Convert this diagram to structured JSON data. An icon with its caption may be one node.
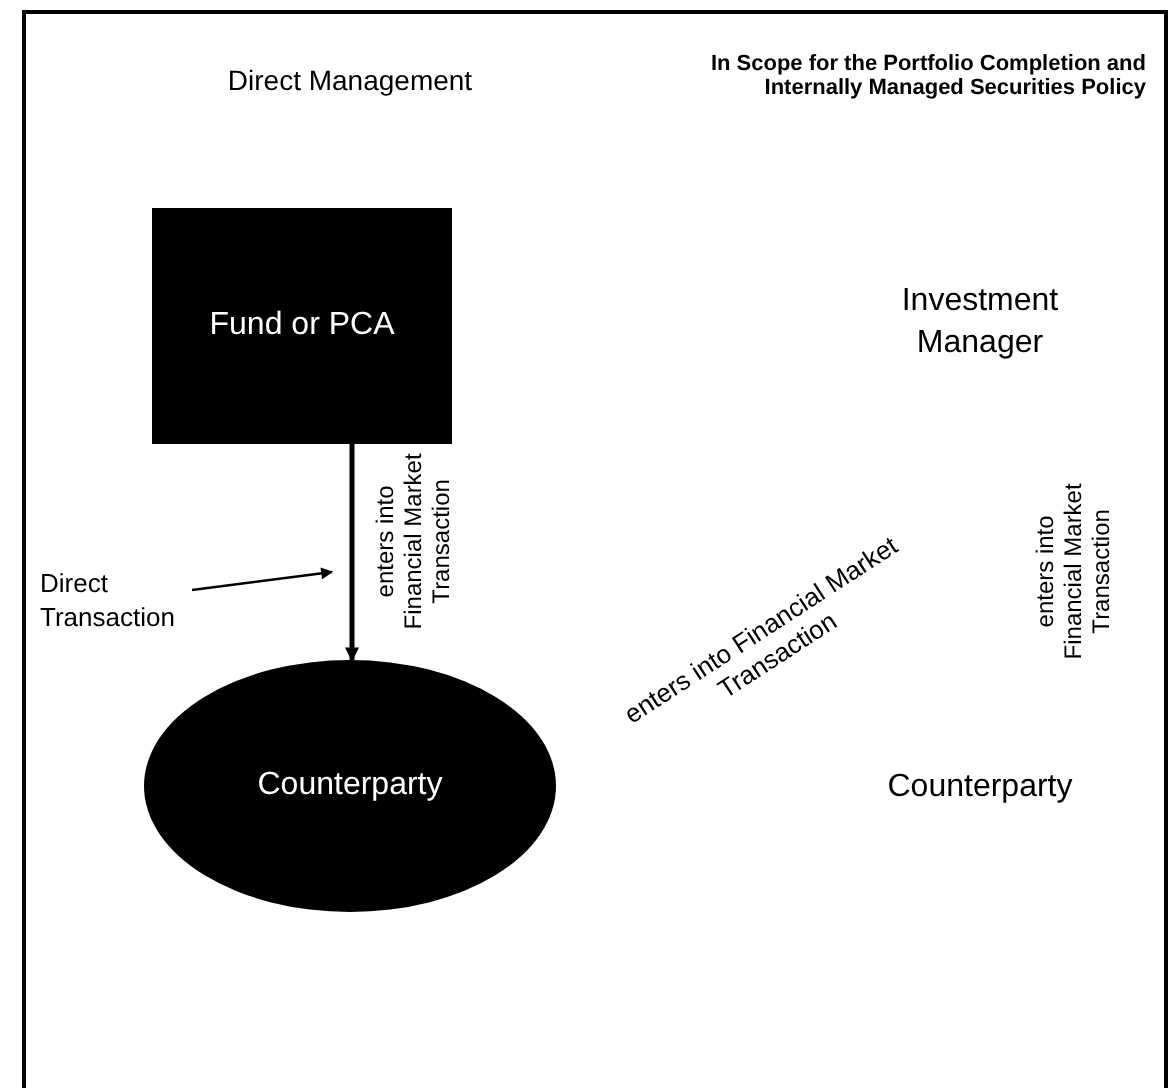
{
  "diagram": {
    "nodes": [
      {
        "text": [
          "Fund or PCA"
        ]
      },
      {
        "text": [
          "Counterparty"
        ]
      },
      {
        "text": [
          "Investment Manager"
        ]
      },
      {
        "text": [
          "Counterparty"
        ]
      },
      {
        "text": [
          "Direct Transaction"
        ]
      }
    ],
    "edges": [
      {
        "from": 0,
        "to": 1,
        "arrow": "to",
        "label": "enters into Financial Market Transaction"
      },
      {
        "from": 4,
        "to": null,
        "arrow": "to"
      }
    ],
    "labels": [
      "Direct Management",
      "In Scope for the Portfolio Completion and Internally Managed Securities Policy",
      "enters into Financial Market Transaction",
      "enters into Financial Market Transaction"
    ]
  }
}
